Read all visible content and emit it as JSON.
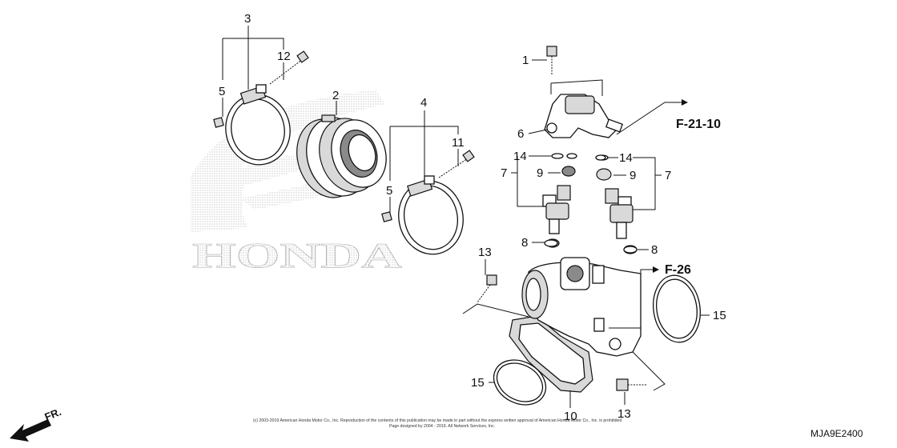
{
  "callouts": {
    "c1": "1",
    "c2": "2",
    "c3": "3",
    "c4": "4",
    "c5a": "5",
    "c5b": "5",
    "c6": "6",
    "c7a": "7",
    "c7b": "7",
    "c8a": "8",
    "c8b": "8",
    "c9a": "9",
    "c9b": "9",
    "c10": "10",
    "c11": "11",
    "c12": "12",
    "c13a": "13",
    "c13b": "13",
    "c14a": "14",
    "c14b": "14",
    "c15a": "15",
    "c15b": "15"
  },
  "references": {
    "f21": "F-21-10",
    "f26": "F-26"
  },
  "watermark": "HONDA",
  "copyright": {
    "line1": "(c) 2003-2019 American Honda Motor Co., Inc. Reproduction of the contents of this publication may be made in part without the express written approval of American Honda Motor Co., Inc. is prohibited",
    "line2": "Page designed by 2004 - 2019. All Network Services, Inc."
  },
  "front_label": "FR.",
  "diagram_code": "MJA9E2400",
  "icons": [
    "front-arrow-icon",
    "honda-wing-watermark"
  ]
}
